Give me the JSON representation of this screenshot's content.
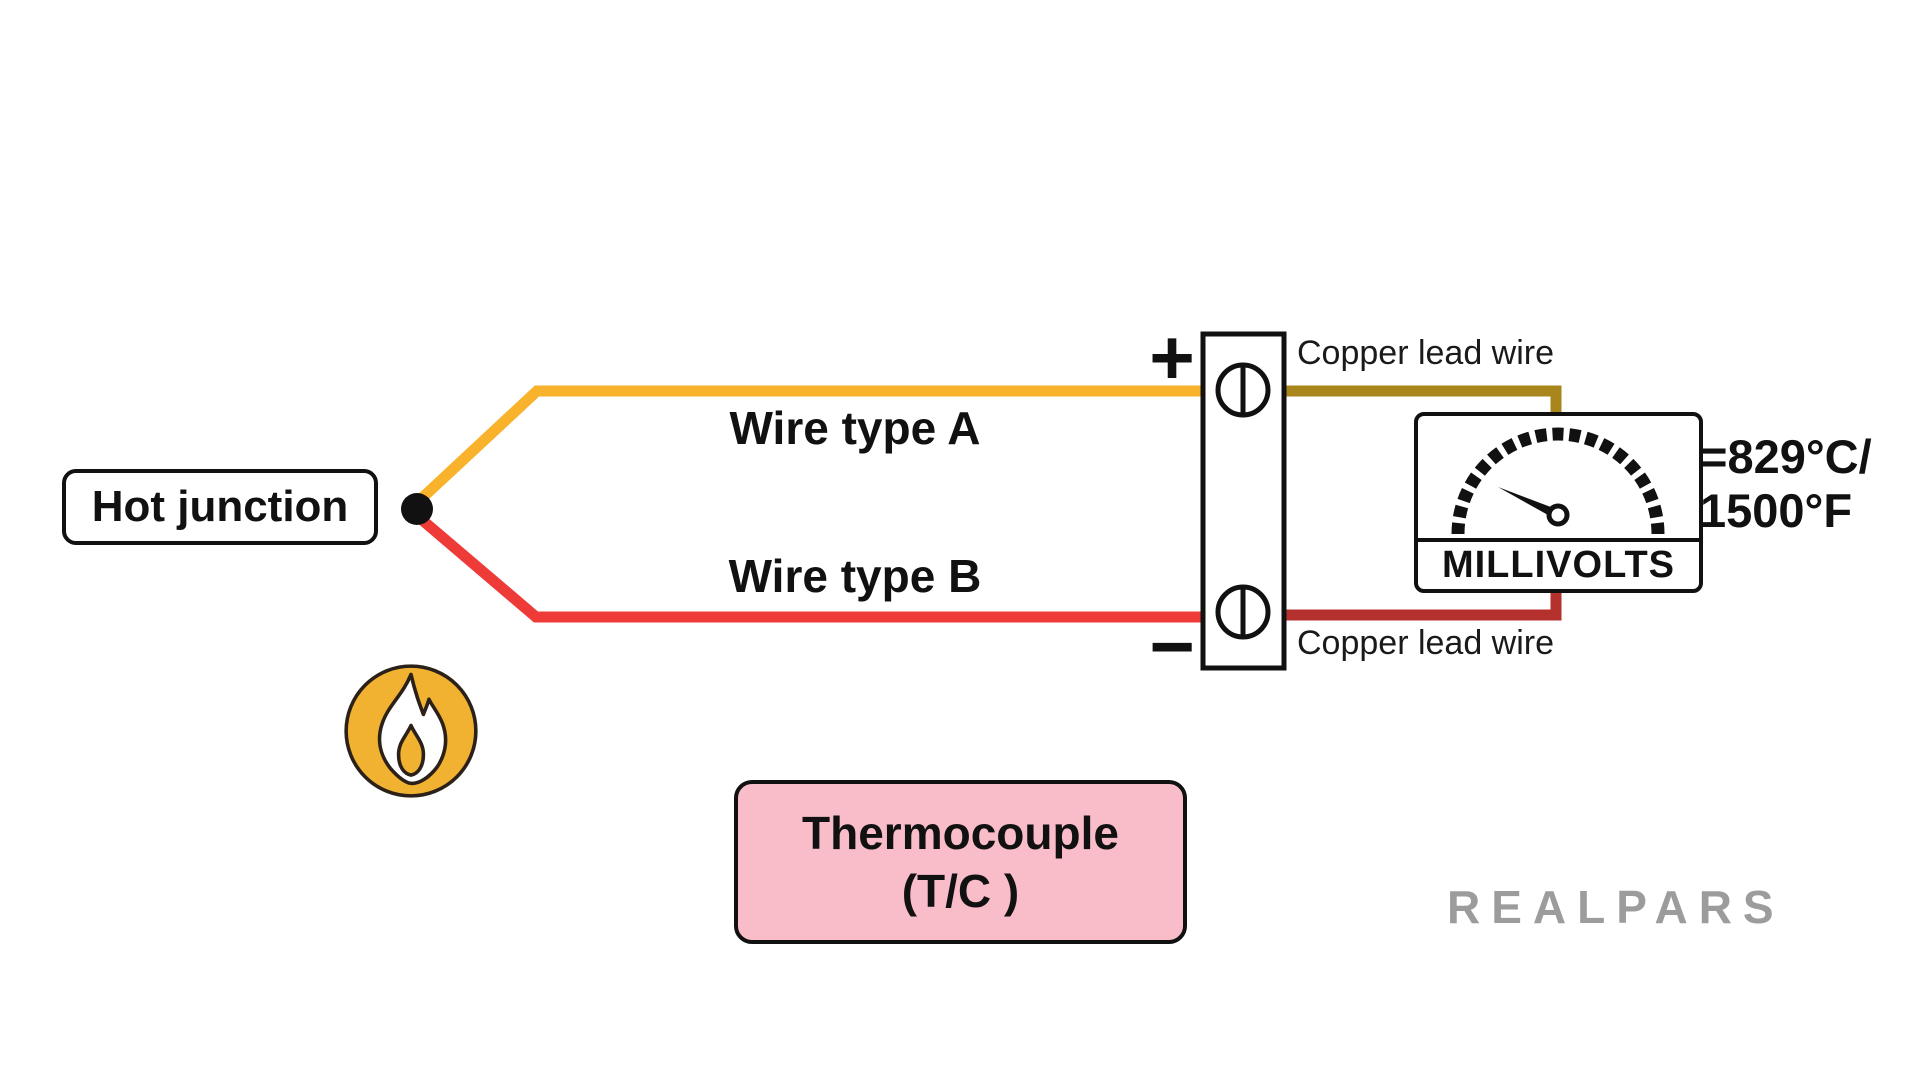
{
  "hot_junction": {
    "label": "Hot junction"
  },
  "wires": {
    "type_a_label": "Wire type A",
    "type_b_label": "Wire type B",
    "colors": {
      "type_a": "#F8B22B",
      "type_b": "#EE3B38",
      "copper_top": "#A8861C",
      "copper_bottom": "#B5312D"
    }
  },
  "terminal_block": {
    "plus_label": "+",
    "minus_label": "−"
  },
  "copper_leads": {
    "top_label": "Copper lead wire",
    "bottom_label": "Copper lead wire"
  },
  "meter": {
    "label": "MILLIVOLTS",
    "reading_line1": "=829°C/",
    "reading_line2": "1500°F"
  },
  "thermocouple_box": {
    "line1": "Thermocouple",
    "line2": "(T/C )",
    "fill": "#F9BCC9"
  },
  "flame": {
    "circle_color": "#F2B231"
  },
  "watermark": {
    "text": "REALPARS",
    "color": "#9C9C9C"
  },
  "icons": {
    "flame": "flame-icon",
    "gauge": "analog-gauge-icon",
    "junction": "junction-dot",
    "terminals": "screw-terminal-icon"
  }
}
